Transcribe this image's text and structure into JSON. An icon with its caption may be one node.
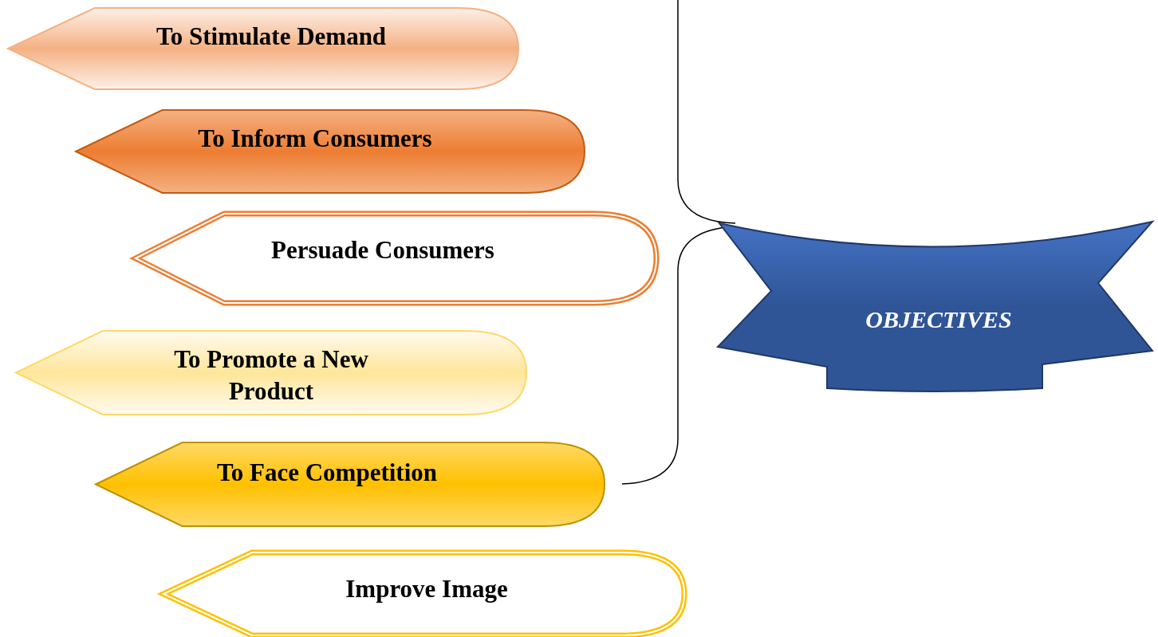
{
  "diagram": {
    "nodes": [
      {
        "text": [
          "To Stimulate Demand"
        ]
      },
      {
        "text": [
          "To Inform Consumers"
        ]
      },
      {
        "text": [
          "Persuade Consumers"
        ]
      },
      {
        "text": [
          "To Promote a New Product"
        ]
      },
      {
        "text": [
          "To Face Competition"
        ]
      },
      {
        "text": [
          "Improve Image"
        ]
      },
      {
        "text": [
          "OBJECTIVES"
        ]
      }
    ]
  }
}
